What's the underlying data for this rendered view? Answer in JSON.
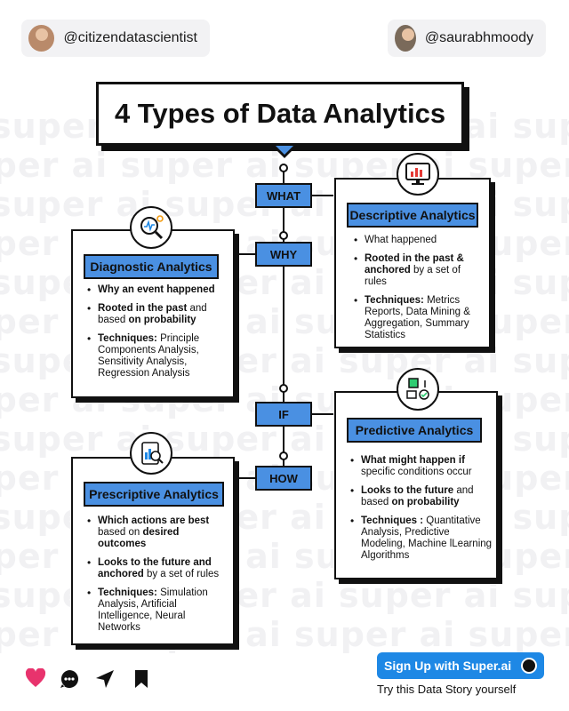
{
  "header": {
    "left_handle": "@citizendatascientist",
    "right_handle": "@saurabhmoody"
  },
  "title": "4 Types of Data Analytics",
  "watermark": "super ai",
  "steps": [
    "WHAT",
    "WHY",
    "IF",
    "HOW"
  ],
  "cards": {
    "descriptive": {
      "heading": "Descriptive Analytics",
      "icon": "monitor-chart-icon",
      "items": [
        {
          "pre": "What happened",
          "bold1": "",
          "mid": "",
          "bold2": "",
          "post": ""
        },
        {
          "pre": "",
          "bold1": "Rooted in the past & anchored",
          "mid": " by a set of rules",
          "bold2": "",
          "post": ""
        },
        {
          "pre": "",
          "bold1": "Techniques:",
          "mid": " Metrics Reports, Data Mining & Aggregation, Summary Statistics",
          "bold2": "",
          "post": ""
        }
      ]
    },
    "diagnostic": {
      "heading": "Diagnostic Analytics",
      "icon": "magnifier-gear-icon",
      "items": [
        {
          "pre": "",
          "bold1": "Why an event happened",
          "mid": "",
          "bold2": "",
          "post": ""
        },
        {
          "pre": "",
          "bold1": "Rooted in the past",
          "mid": " and based ",
          "bold2": "on probability",
          "post": ""
        },
        {
          "pre": "",
          "bold1": "Techniques:",
          "mid": " Principle Components Analysis, Sensitivity Analysis, Regression Analysis",
          "bold2": "",
          "post": ""
        }
      ]
    },
    "predictive": {
      "heading": "Predictive Analytics",
      "icon": "cube-flow-icon",
      "items": [
        {
          "pre": "",
          "bold1": "What might happen if",
          "mid": " specific conditions occur",
          "bold2": "",
          "post": ""
        },
        {
          "pre": "",
          "bold1": "Looks to the future",
          "mid": " and based ",
          "bold2": "on probability",
          "post": ""
        },
        {
          "pre": "",
          "bold1": "Techniques :",
          "mid": " Quantitative Analysis, Predictive Modeling, Machine lLearning Algorithms",
          "bold2": "",
          "post": ""
        }
      ]
    },
    "prescriptive": {
      "heading": "Prescriptive Analytics",
      "icon": "tablet-search-icon",
      "items": [
        {
          "pre": "",
          "bold1": "Which actions are best",
          "mid": " based on ",
          "bold2": "desired outcomes",
          "post": ""
        },
        {
          "pre": "",
          "bold1": "Looks to the future and anchored",
          "mid": " by a set of rules",
          "bold2": "",
          "post": ""
        },
        {
          "pre": "",
          "bold1": "Techniques:",
          "mid": " Simulation Analysis, Artificial Intelligence, Neural Networks",
          "bold2": "",
          "post": ""
        }
      ]
    }
  },
  "footer": {
    "cta_label": "Sign Up with Super.ai",
    "tagline": "Try this Data Story yourself",
    "actions": [
      "heart-icon",
      "comment-icon",
      "send-icon",
      "bookmark-icon"
    ]
  },
  "colors": {
    "accent": "#4a90e2",
    "heart": "#e8336d",
    "cta": "#1e88e5"
  }
}
